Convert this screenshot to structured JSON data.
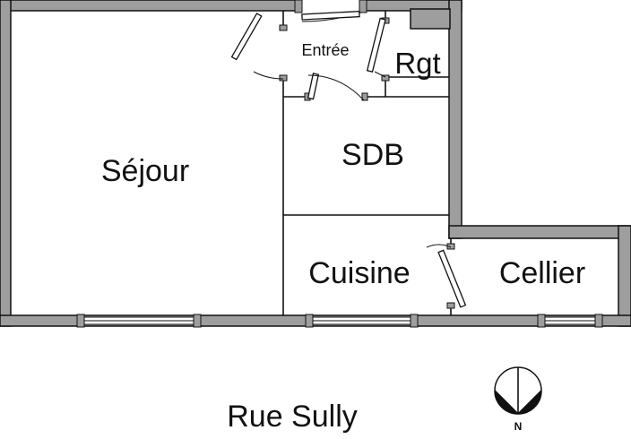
{
  "rooms": {
    "sejour": "Séjour",
    "entree": "Entrée",
    "rgt": "Rgt",
    "sdb": "SDB",
    "cuisine": "Cuisine",
    "cellier": "Cellier"
  },
  "street": "Rue Sully",
  "compass": {
    "label": "N",
    "icon": "north-arrow-icon"
  },
  "colors": {
    "wall": "#9e9e9e",
    "line": "#111111",
    "background": "#ffffff"
  }
}
